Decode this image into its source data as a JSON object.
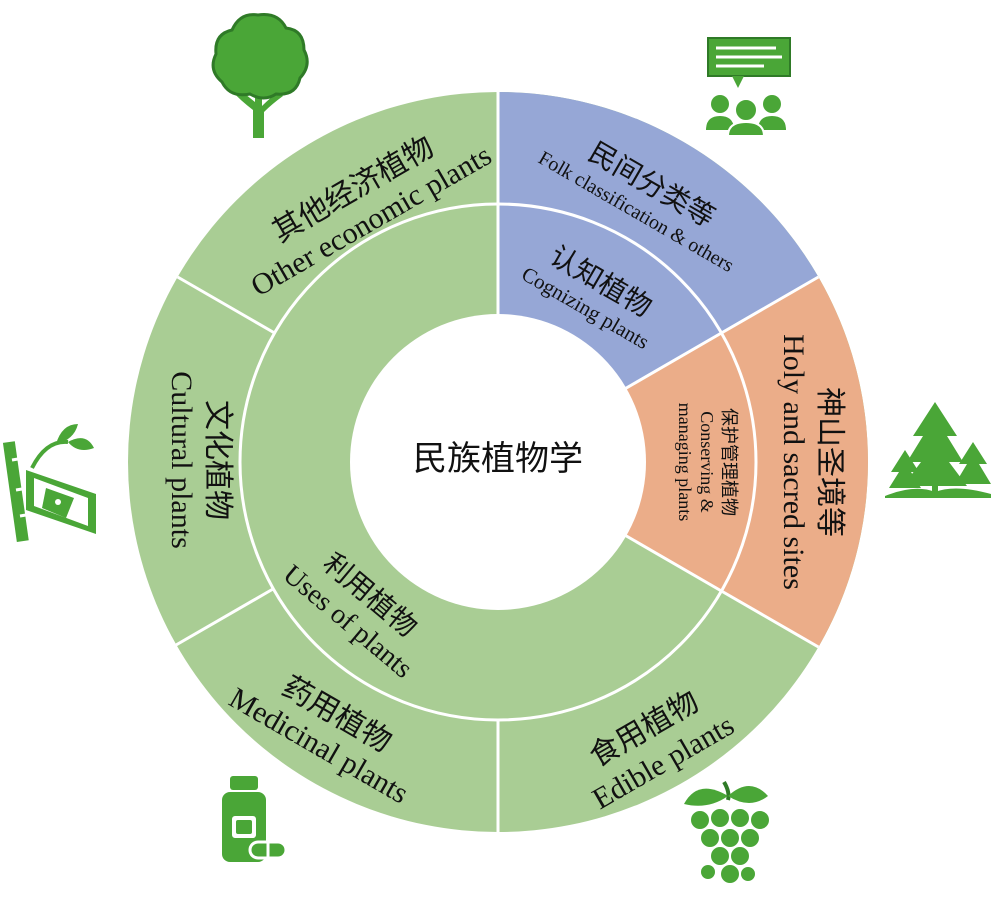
{
  "center": {
    "label": "民族植物学"
  },
  "colors": {
    "green_fill": "#a9cd94",
    "blue_fill": "#96a7d6",
    "orange_fill": "#ebad89",
    "icon_green": "#4aa637",
    "icon_dark": "#2f7a27",
    "line": "#ffffff"
  },
  "inner_ring": [
    {
      "id": "cognizing",
      "zh": "认知植物",
      "en": "Cognizing plants",
      "color": "blue"
    },
    {
      "id": "conserving",
      "zh": "保护管理植物",
      "en1": "Conserving &",
      "en2": "managing plants",
      "color": "orange"
    },
    {
      "id": "uses",
      "zh": "利用植物",
      "en": "Uses of plants",
      "color": "green"
    }
  ],
  "outer_ring": [
    {
      "id": "folk",
      "zh": "民间分类等",
      "en": "Folk classification & others",
      "color": "blue"
    },
    {
      "id": "holy",
      "zh": "神山圣境等",
      "en": "Holy and sacred sites",
      "color": "orange"
    },
    {
      "id": "edible",
      "zh": "食用植物",
      "en": "Edible plants",
      "color": "green"
    },
    {
      "id": "medicinal",
      "zh": "药用植物",
      "en": "Medicinal plants",
      "color": "green"
    },
    {
      "id": "cultural",
      "zh": "文化植物",
      "en": "Cultural plants",
      "color": "green"
    },
    {
      "id": "economic",
      "zh": "其他经济植物",
      "en": "Other economic plants",
      "color": "green"
    }
  ],
  "icons": [
    {
      "id": "tree",
      "name": "tree-icon"
    },
    {
      "id": "discussion",
      "name": "group-discussion-icon"
    },
    {
      "id": "forest",
      "name": "pine-forest-icon"
    },
    {
      "id": "grapes",
      "name": "grapes-icon"
    },
    {
      "id": "medicine",
      "name": "medicine-bottle-icon"
    },
    {
      "id": "bamboo",
      "name": "bamboo-scroll-icon"
    }
  ]
}
